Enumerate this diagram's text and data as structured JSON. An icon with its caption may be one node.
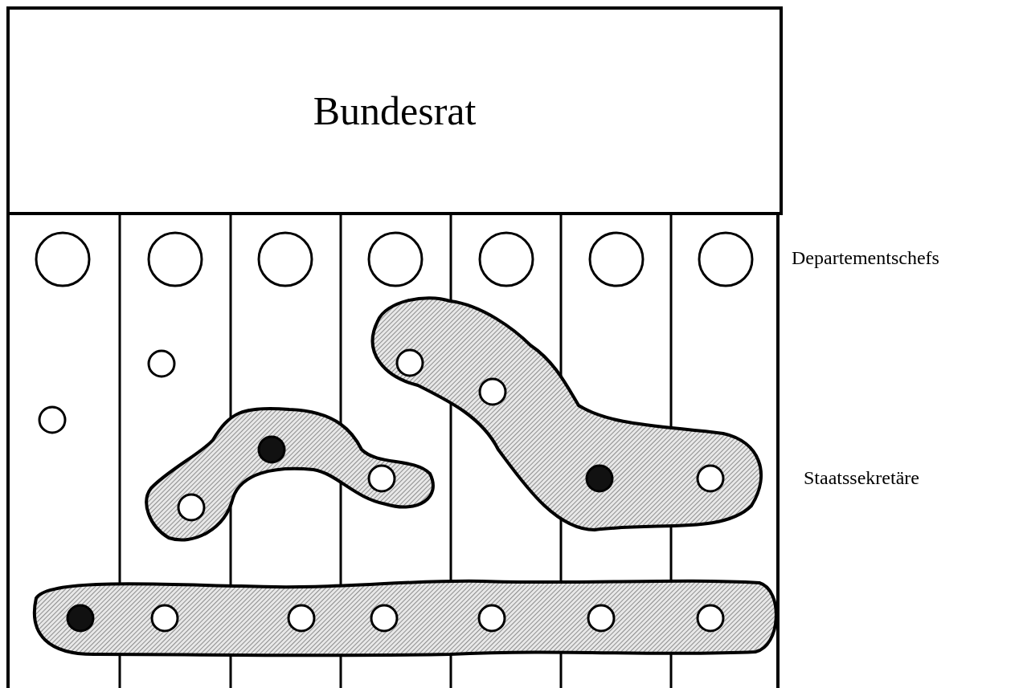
{
  "diagram": {
    "nodes": [
      {
        "text": [
          "Bundesrat"
        ]
      }
    ],
    "labels": [
      "Departementschefs",
      "Staatssekretäre"
    ]
  }
}
